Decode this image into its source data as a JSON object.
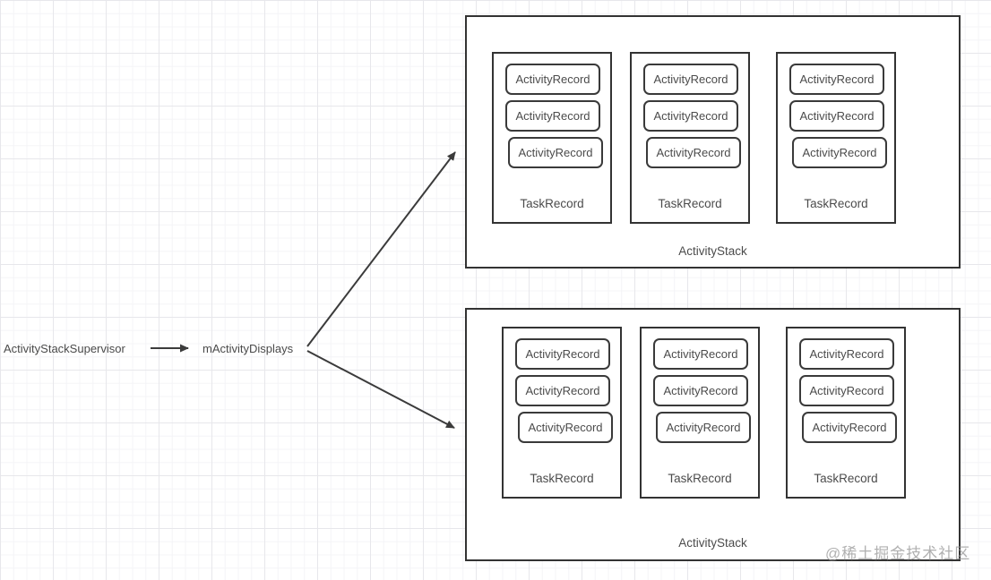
{
  "flow": {
    "supervisor_label": "ActivityStackSupervisor",
    "displays_label": "mActivityDisplays"
  },
  "diagram": {
    "stacks": [
      {
        "label": "ActivityStack",
        "tasks": [
          {
            "label": "TaskRecord",
            "activities": [
              "ActivityRecord",
              "ActivityRecord",
              "ActivityRecord"
            ]
          },
          {
            "label": "TaskRecord",
            "activities": [
              "ActivityRecord",
              "ActivityRecord",
              "ActivityRecord"
            ]
          },
          {
            "label": "TaskRecord",
            "activities": [
              "ActivityRecord",
              "ActivityRecord",
              "ActivityRecord"
            ]
          }
        ]
      },
      {
        "label": "ActivityStack",
        "tasks": [
          {
            "label": "TaskRecord",
            "activities": [
              "ActivityRecord",
              "ActivityRecord",
              "ActivityRecord"
            ]
          },
          {
            "label": "TaskRecord",
            "activities": [
              "ActivityRecord",
              "ActivityRecord",
              "ActivityRecord"
            ]
          },
          {
            "label": "TaskRecord",
            "activities": [
              "ActivityRecord",
              "ActivityRecord",
              "ActivityRecord"
            ]
          }
        ]
      }
    ]
  },
  "watermark": "@稀土掘金技术社区",
  "colors": {
    "line": "#3b3b3b",
    "box_border": "#333333",
    "text": "#4b4b4b",
    "watermark": "#a8a8a8"
  }
}
